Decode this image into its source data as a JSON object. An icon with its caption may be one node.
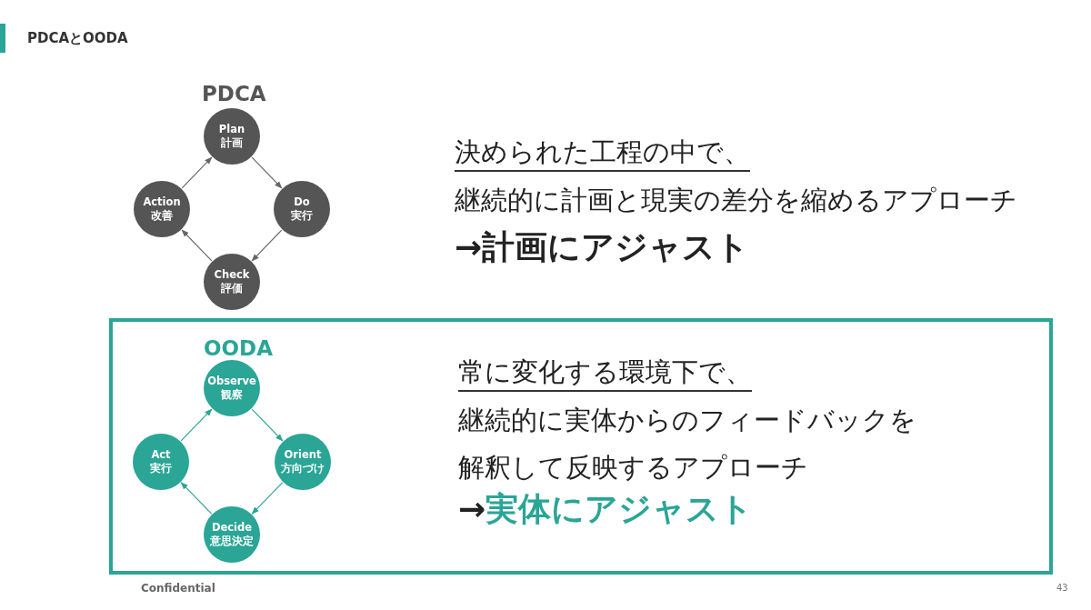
{
  "diagram": {
    "title": "PDCAとOODA",
    "nodes": [
      {
        "text": [
          "Plan",
          "計画"
        ]
      },
      {
        "text": [
          "Do",
          "実行"
        ]
      },
      {
        "text": [
          "Check",
          "評価"
        ]
      },
      {
        "text": [
          "Action",
          "改善"
        ]
      },
      {
        "text": [
          "OODA",
          "常に変化する環境下で、",
          "継続的に実体からのフィードバックを解釈して反映するアプローチ",
          "→実体にアジャスト"
        ]
      },
      {
        "text": [
          "Observe",
          "観察"
        ],
        "in": 4
      },
      {
        "text": [
          "Orient",
          "方向づけ"
        ],
        "in": 4
      },
      {
        "text": [
          "Decide",
          "意思決定"
        ],
        "in": 4
      },
      {
        "text": [
          "Act",
          "実行"
        ],
        "in": 4
      }
    ],
    "edges": [
      {
        "from": 0,
        "to": 1,
        "arrow": "to"
      },
      {
        "from": 1,
        "to": 2,
        "arrow": "to"
      },
      {
        "from": 2,
        "to": 3,
        "arrow": "to"
      },
      {
        "from": 3,
        "to": 0,
        "arrow": "to"
      },
      {
        "from": 5,
        "to": 6,
        "arrow": "to",
        "color": "#2aa596"
      },
      {
        "from": 6,
        "to": 7,
        "arrow": "to",
        "color": "#2aa596"
      },
      {
        "from": 7,
        "to": 8,
        "arrow": "to",
        "color": "#2aa596"
      },
      {
        "from": 8,
        "to": 5,
        "arrow": "to",
        "color": "#2aa596"
      }
    ],
    "labels": [
      "PDCA",
      "決められた工程の中で、",
      "継続的に計画と現実の差分を縮めるアプローチ",
      "→計画にアジャスト",
      "Confidential",
      "43"
    ]
  }
}
